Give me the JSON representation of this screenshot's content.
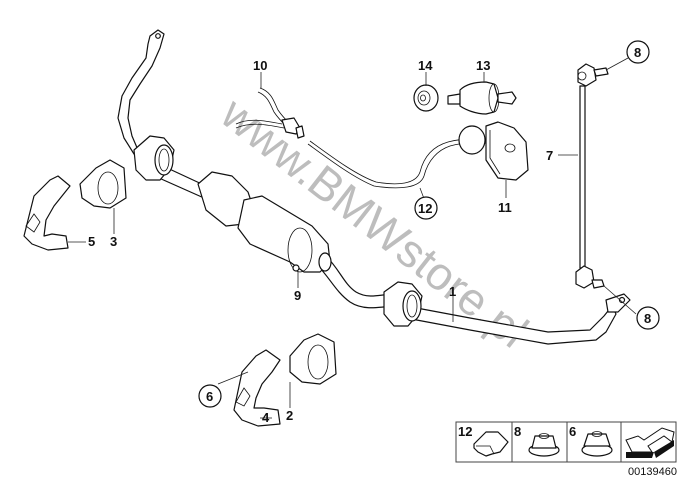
{
  "diagram": {
    "title": "Stabilizer bar, front",
    "diagram_id": "00139460",
    "watermark": "www.BMWstore.pl",
    "callouts": [
      {
        "id": "1",
        "label": "1",
        "part": "stabilizer-bar",
        "circled": false
      },
      {
        "id": "2",
        "label": "2",
        "part": "rubber-mounting-lower",
        "circled": false
      },
      {
        "id": "3",
        "label": "3",
        "part": "rubber-mounting-upper",
        "circled": false
      },
      {
        "id": "4",
        "label": "4",
        "part": "bracket-lower",
        "circled": false
      },
      {
        "id": "5",
        "label": "5",
        "part": "bracket-upper",
        "circled": false
      },
      {
        "id": "6",
        "label": "6",
        "part": "hex-nut-bracket",
        "circled": true
      },
      {
        "id": "7",
        "label": "7",
        "part": "link-rod",
        "circled": false
      },
      {
        "id": "8a",
        "label": "8",
        "part": "collar-nut-top",
        "circled": true
      },
      {
        "id": "8b",
        "label": "8",
        "part": "collar-nut-bottom",
        "circled": true
      },
      {
        "id": "9",
        "label": "9",
        "part": "actuator-fitting",
        "circled": false
      },
      {
        "id": "10",
        "label": "10",
        "part": "hose-line",
        "circled": false
      },
      {
        "id": "11",
        "label": "11",
        "part": "cover-cap",
        "circled": false
      },
      {
        "id": "12",
        "label": "12",
        "part": "hose-clip",
        "circled": true
      },
      {
        "id": "13",
        "label": "13",
        "part": "filter",
        "circled": false
      },
      {
        "id": "14",
        "label": "14",
        "part": "grommet",
        "circled": false
      }
    ],
    "legend": [
      {
        "label": "12",
        "icon": "clip-icon"
      },
      {
        "label": "8",
        "icon": "collar-nut-icon"
      },
      {
        "label": "6",
        "icon": "hex-nut-icon"
      },
      {
        "label": "",
        "icon": "direction-arrow-icon"
      }
    ]
  }
}
